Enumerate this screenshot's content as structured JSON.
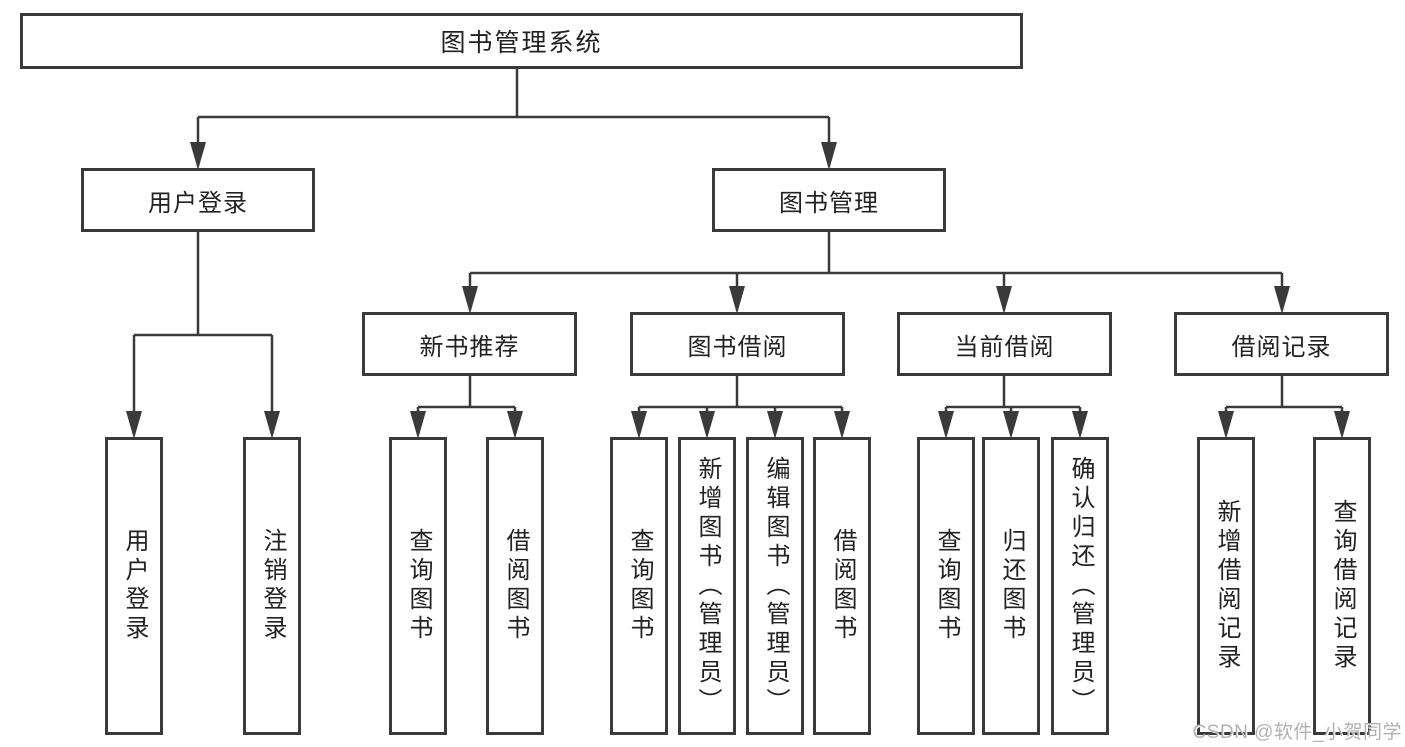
{
  "tree": {
    "label": "图书管理系统",
    "children": [
      {
        "label": "用户登录",
        "children": [
          {
            "label": "用户登录"
          },
          {
            "label": "注销登录"
          }
        ]
      },
      {
        "label": "图书管理",
        "children": [
          {
            "label": "新书推荐",
            "children": [
              {
                "label": "查询图书"
              },
              {
                "label": "借阅图书"
              }
            ]
          },
          {
            "label": "图书借阅",
            "children": [
              {
                "label": "查询图书"
              },
              {
                "label": "新增图书（管理员）"
              },
              {
                "label": "编辑图书（管理员）"
              },
              {
                "label": "借阅图书"
              }
            ]
          },
          {
            "label": "当前借阅",
            "children": [
              {
                "label": "查询图书"
              },
              {
                "label": "归还图书"
              },
              {
                "label": "确认归还（管理员）"
              }
            ]
          },
          {
            "label": "借阅记录",
            "children": [
              {
                "label": "新增借阅记录"
              },
              {
                "label": "查询借阅记录"
              }
            ]
          }
        ]
      }
    ]
  },
  "watermark": {
    "text": "CSDN @软件_小贺同学"
  },
  "colors": {
    "page_bg": "#ffffff",
    "box_bg": "#ffffff",
    "border": "#3a3a3a",
    "line": "#3a3a3a",
    "text": "#222222",
    "watermark": "#b2b2b2"
  }
}
